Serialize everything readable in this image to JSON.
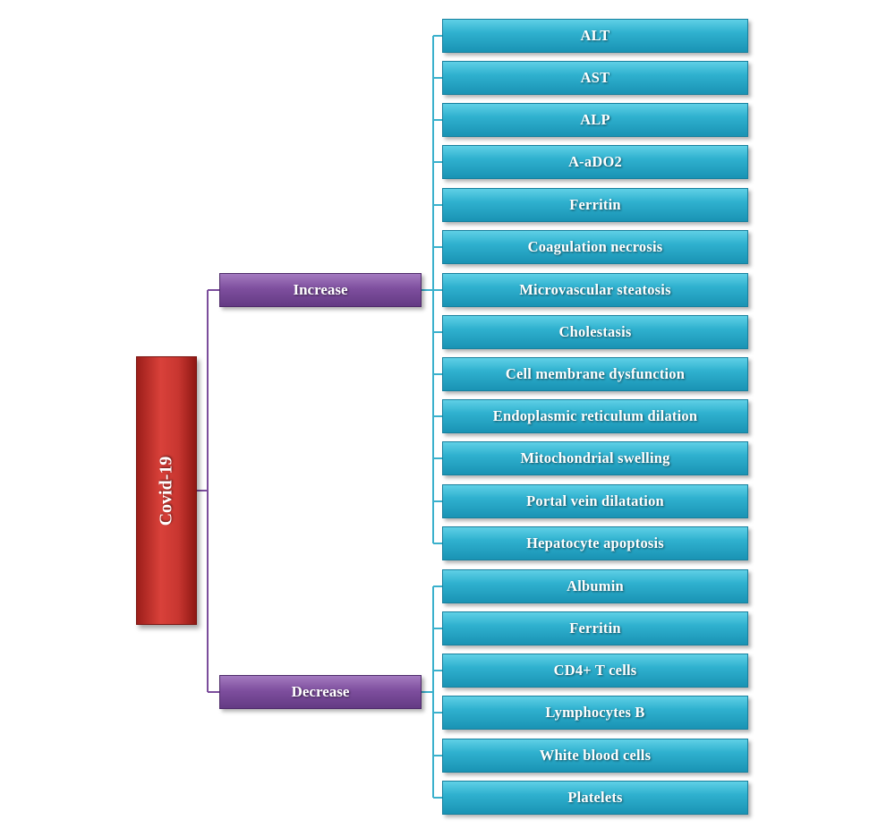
{
  "root": {
    "label": "Covid-19"
  },
  "branches": [
    {
      "label": "Increase",
      "items": [
        "ALT",
        "AST",
        "ALP",
        "A-aDO2",
        "Ferritin",
        "Coagulation  necrosis",
        "Microvascular  steatosis",
        "Cholestasis",
        "Cell membrane  dysfunction",
        "Endoplasmic  reticulum  dilation",
        "Mitochondrial  swelling",
        "Portal  vein dilatation",
        "Hepatocyte apoptosis"
      ]
    },
    {
      "label": "Decrease",
      "items": [
        "Albumin",
        "Ferritin",
        "CD4+ T cells",
        "Lymphocytes  B",
        "White blood cells",
        "Platelets"
      ]
    }
  ],
  "colors": {
    "root": "#c8342e",
    "branch": "#7b4d9c",
    "leaf": "#28a9c9",
    "root_connector": "#7b4d9c",
    "leaf_connector": "#3ab0cc"
  }
}
